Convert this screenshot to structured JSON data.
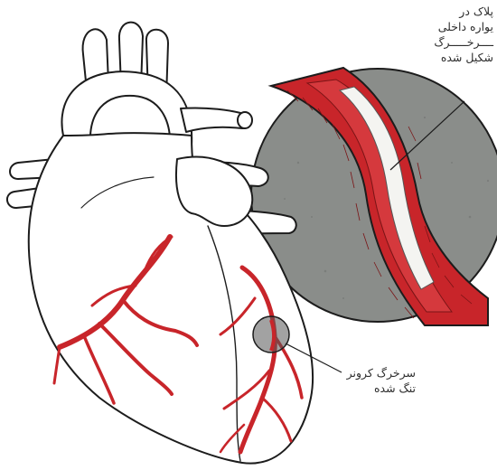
{
  "labels": {
    "plaque": {
      "lines": [
        "پلاک در",
        "یواره داخلی",
        "ــــرخـــــرگ",
        "شکیل شده"
      ]
    },
    "narrowed_artery": {
      "lines": [
        "سرخرگ کرونر",
        "تنگ شده"
      ]
    }
  },
  "colors": {
    "artery_red": "#c8252a",
    "magnifier_gray": "#8a8d8a",
    "outline": "#1c1c1c"
  }
}
